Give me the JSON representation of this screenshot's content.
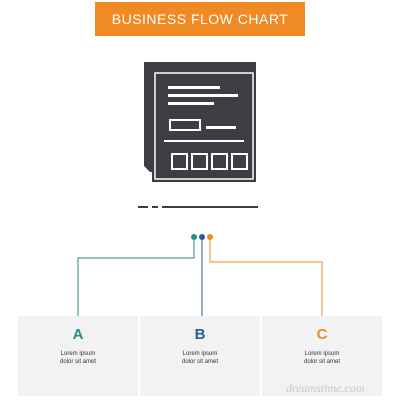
{
  "title": "BUSINESS FLOW CHART",
  "colors": {
    "accent_orange": "#f08a24",
    "teal": "#2b8a84",
    "blue": "#2c5d8f",
    "icon_dark": "#3d3d45",
    "panel_bg": "#f2f2f2"
  },
  "icon": "web-page-wireframe-icon",
  "steps": [
    {
      "letter": "A",
      "line1": "Lorem ipsum",
      "line2": "dolor sit amet",
      "color": "#2b8a84"
    },
    {
      "letter": "B",
      "line1": "Lorem ipsum",
      "line2": "dolor sit amet",
      "color": "#2c5d8f"
    },
    {
      "letter": "C",
      "line1": "Lorem ipsum",
      "line2": "dolor sit amet",
      "color": "#f08a24"
    }
  ],
  "watermark": "dreamstime.com"
}
